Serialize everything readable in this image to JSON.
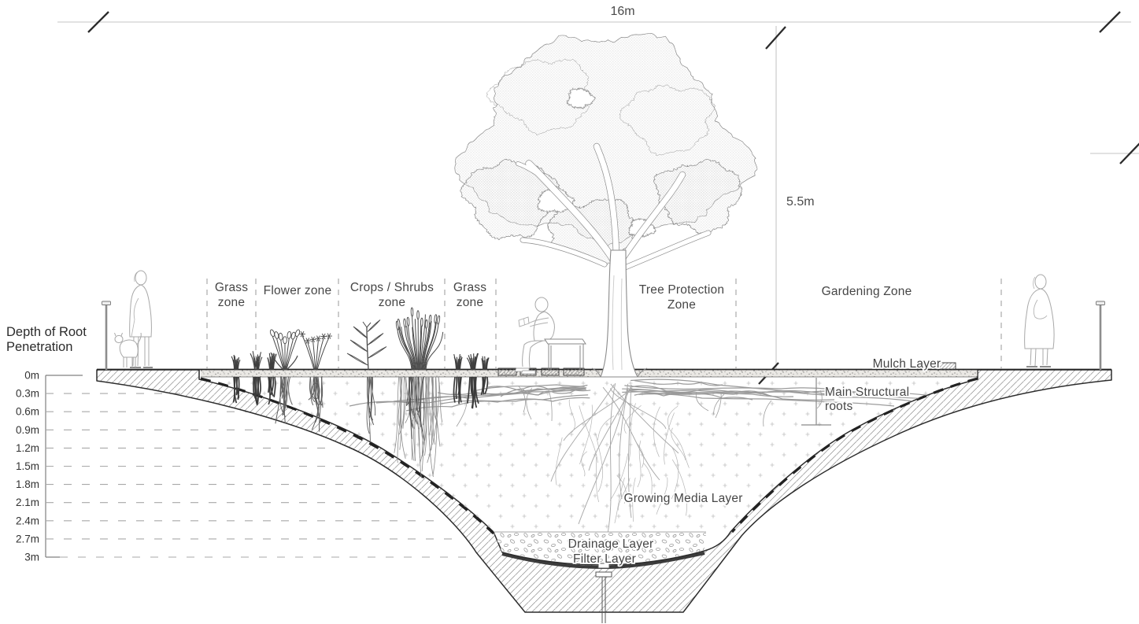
{
  "title": {
    "line1": "Depth of Root",
    "line2": "Penetration"
  },
  "dimensions": {
    "width": "16m",
    "height": "5.5m"
  },
  "depth_ticks": [
    "0m",
    "0.3m",
    "0.6m",
    "0.9m",
    "1.2m",
    "1.5m",
    "1.8m",
    "2.1m",
    "2.4m",
    "2.7m",
    "3m"
  ],
  "zones": {
    "grass1": {
      "line1": "Grass",
      "line2": "zone"
    },
    "flower": {
      "line1": "Flower zone"
    },
    "crops": {
      "line1": "Crops / Shrubs",
      "line2": "zone"
    },
    "grass2": {
      "line1": "Grass",
      "line2": "zone"
    },
    "tree_protection": {
      "line1": "Tree Protection",
      "line2": "Zone"
    },
    "gardening": {
      "line1": "Gardening Zone"
    }
  },
  "layers": {
    "mulch": "Mulch Layer",
    "growing_media": "Growing Media Layer",
    "drainage": "Drainage Layer",
    "filter": "Filter Layer"
  },
  "annotations": {
    "main_roots_line1": "Main Structural",
    "main_roots_line2": "roots"
  },
  "colors": {
    "line_dark": "#2c2c2c",
    "line_mid": "#8a8a8a",
    "line_light": "#c6c6c6",
    "text": "#464646"
  }
}
